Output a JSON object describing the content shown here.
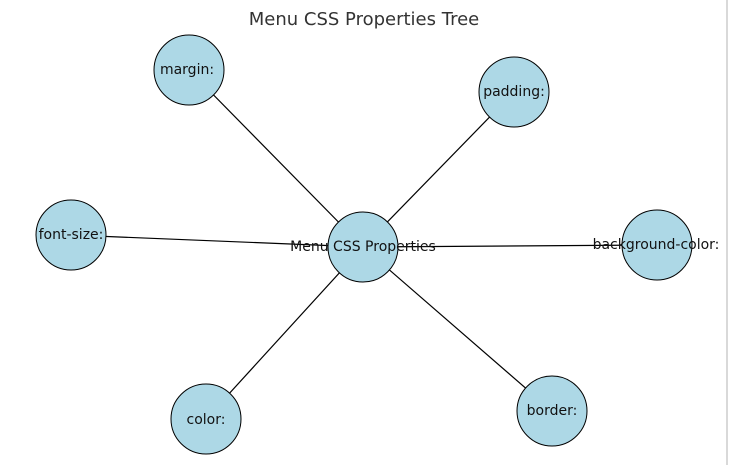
{
  "title": "Menu CSS Properties Tree",
  "colors": {
    "node_fill": "#add8e6",
    "node_stroke": "#000000",
    "edge": "#000000",
    "title": "#333333"
  },
  "root": {
    "id": "root",
    "label": "Menu CSS Properties"
  },
  "nodes": [
    {
      "id": "margin",
      "label": "margin:"
    },
    {
      "id": "padding",
      "label": "padding:"
    },
    {
      "id": "font-size",
      "label": "font-size:"
    },
    {
      "id": "background-color",
      "label": "background-color:"
    },
    {
      "id": "color",
      "label": "color:"
    },
    {
      "id": "border",
      "label": "border:"
    }
  ],
  "edges": [
    {
      "from": "root",
      "to": "margin"
    },
    {
      "from": "root",
      "to": "padding"
    },
    {
      "from": "root",
      "to": "font-size"
    },
    {
      "from": "root",
      "to": "background-color"
    },
    {
      "from": "root",
      "to": "color"
    },
    {
      "from": "root",
      "to": "border"
    }
  ]
}
